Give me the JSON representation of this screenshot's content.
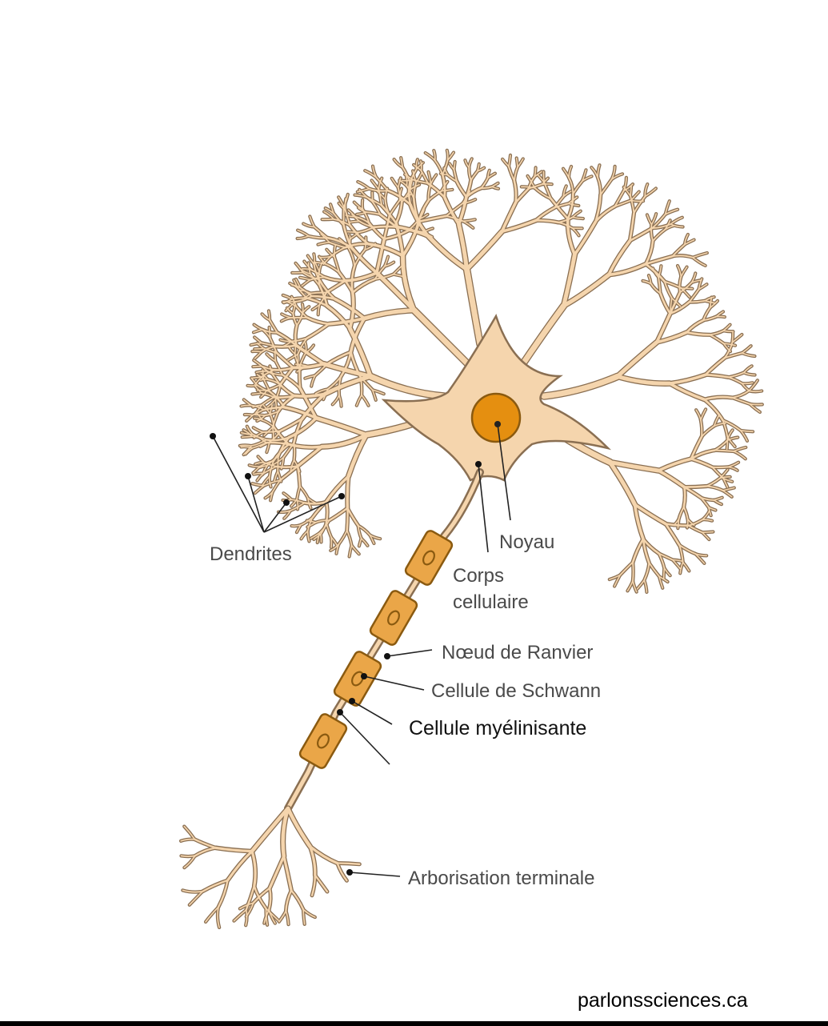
{
  "labels": {
    "dendrites": "Dendrites",
    "nucleus": "Noyau",
    "cell_body_line1": "Corps",
    "cell_body_line2": "cellulaire",
    "node_of_ranvier": "Nœud de Ranvier",
    "schwann_cell": "Cellule de Schwann",
    "myelinating_cell": "Cellule myélinisante",
    "terminal_arborization": "Arborisation terminale"
  },
  "credit": "parlonssciences.ca",
  "colors": {
    "membrane_outline": "#8a6f52",
    "cytoplasm": "#f5d5ad",
    "nucleus_fill": "#e58f10",
    "nucleus_outline": "#8a5a10",
    "myelin_fill": "#eaa648",
    "label_text": "#4a4a4a",
    "leader_line": "#222222"
  }
}
